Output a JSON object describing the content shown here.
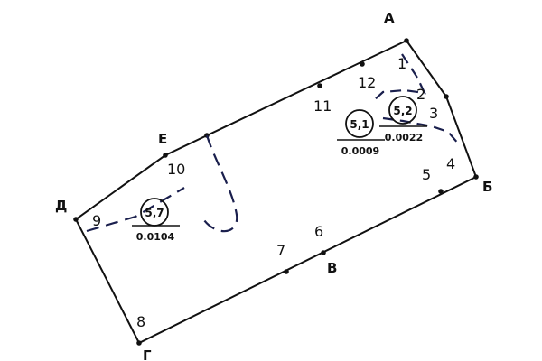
{
  "corners": {
    "A": "А",
    "B": "Б",
    "V": "В",
    "G": "Г",
    "D": "Д",
    "E": "Е"
  },
  "points": {
    "p1": "1",
    "p2": "2",
    "p3": "3",
    "p4": "4",
    "p5": "5",
    "p6": "6",
    "p7": "7",
    "p8": "8",
    "p9": "9",
    "p10": "10",
    "p11": "11",
    "p12": "12"
  },
  "plots": [
    {
      "id": "5,7",
      "area": "0.0104"
    },
    {
      "id": "5,1",
      "area": "0.0009"
    },
    {
      "id": "5,2",
      "area": "0.0022"
    }
  ],
  "colors": {
    "outline": "#111111",
    "dashed": "#1a1f4d"
  }
}
